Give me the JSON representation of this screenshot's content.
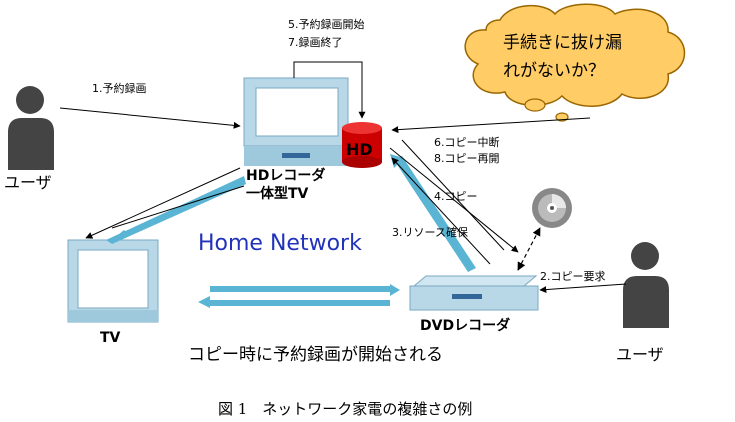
{
  "diagram": {
    "cloud_lines": [
      "手続きに抜け漏",
      "れがないか？"
    ],
    "network_label": "Home Network",
    "bottom_note": "コピー時に予約録画が開始される",
    "caption": "図 1　ネットワーク家電の複雑さの例",
    "nodes": {
      "user_left": "ユーザ",
      "user_right": "ユーザ",
      "hd_tv_line1": "HDレコーダ",
      "hd_tv_line2": "一体型TV",
      "hd_badge": "HD",
      "tv": "TV",
      "dvd": "DVDレコーダ"
    },
    "steps": {
      "s1": "1.予約録画",
      "s5": "5.予約録画開始",
      "s7": "7.録画終了",
      "s6": "6.コピー中断",
      "s8": "8.コピー再開",
      "s4": "4.コピー",
      "s3": "3.リソース確保",
      "s2": "2.コピー要求"
    },
    "colors": {
      "device_body": "#b8d8e8",
      "device_screen": "#ffffff",
      "device_stand": "#4aa6c8",
      "hd_red": "#cc0000",
      "cloud_fill": "#ffcc66",
      "cloud_stroke": "#996600",
      "thick_arrow": "#5ab4d4",
      "user_gray": "#444444",
      "network_text": "#2233bb"
    }
  }
}
